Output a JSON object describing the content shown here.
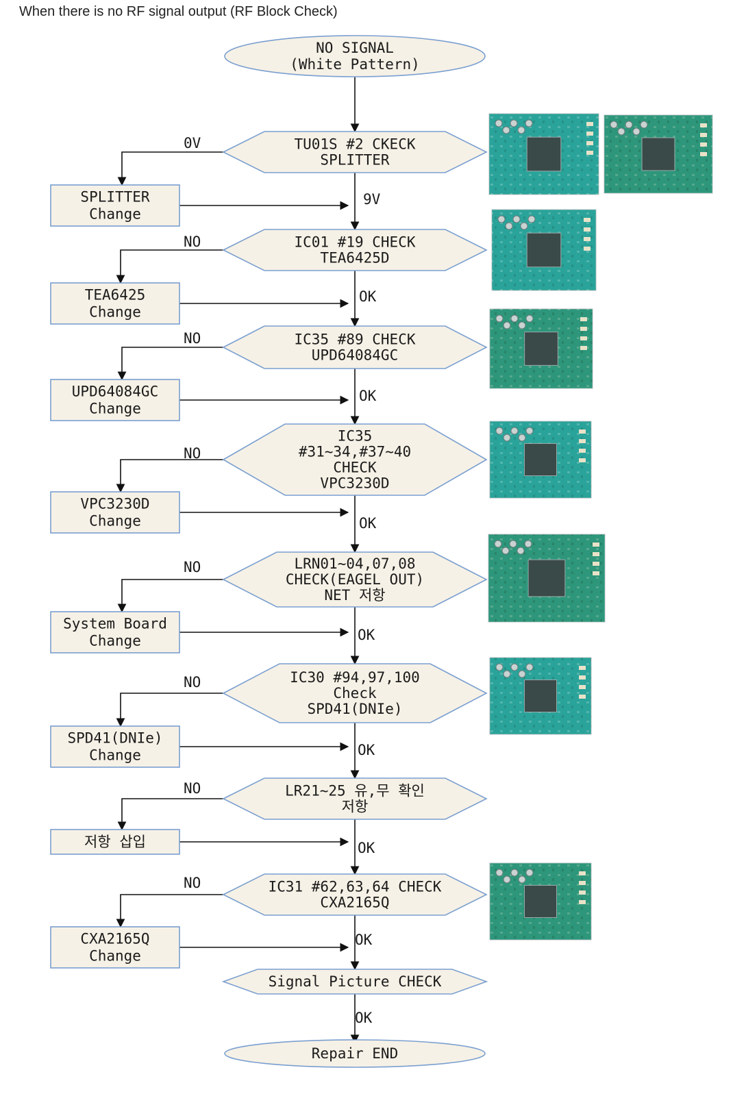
{
  "title": "When there is no RF signal output (RF Block Check)",
  "start": {
    "lines": [
      "NO SIGNAL",
      "(White Pattern)"
    ]
  },
  "checks": [
    {
      "id": "c1",
      "lines": [
        "TU01S #2 CKECK",
        "SPLITTER"
      ],
      "fail_label": "0V",
      "pass_label": "9V",
      "action_lines": [
        "SPLITTER",
        "Change"
      ],
      "photos": [
        "tuner-photo",
        "splitter-board-photo"
      ]
    },
    {
      "id": "c2",
      "lines": [
        "IC01 #19 CHECK",
        "TEA6425D"
      ],
      "fail_label": "NO",
      "pass_label": "OK",
      "action_lines": [
        "TEA6425",
        "Change"
      ],
      "photos": [
        "ic01-board-photo"
      ]
    },
    {
      "id": "c3",
      "lines": [
        "IC35 #89 CHECK",
        "UPD64084GC"
      ],
      "fail_label": "NO",
      "pass_label": "OK",
      "action_lines": [
        "UPD64084GC",
        "Change"
      ],
      "photos": [
        "ic35-board-photo"
      ]
    },
    {
      "id": "c4",
      "lines": [
        "IC35",
        "#31~34,#37~40",
        "CHECK",
        "VPC3230D"
      ],
      "fail_label": "NO",
      "pass_label": "OK",
      "action_lines": [
        "VPC3230D",
        "Change"
      ],
      "photos": [
        "vpc3230d-board-photo"
      ]
    },
    {
      "id": "c5",
      "lines": [
        "LRN01~04,07,08",
        "CHECK(EAGEL OUT)",
        "NET 저항"
      ],
      "fail_label": "NO",
      "pass_label": "OK",
      "action_lines": [
        "System Board",
        "Change"
      ],
      "photos": [
        "eagle-chip-photo"
      ]
    },
    {
      "id": "c6",
      "lines": [
        "IC30 #94,97,100",
        "Check",
        "SPD41(DNIe)"
      ],
      "fail_label": "NO",
      "pass_label": "OK",
      "action_lines": [
        "SPD41(DNIe)",
        "Change"
      ],
      "photos": [
        "dnie-chip-photo"
      ]
    },
    {
      "id": "c7",
      "lines": [
        "LR21~25 유,무 확인",
        "저항"
      ],
      "fail_label": "NO",
      "pass_label": "OK",
      "action_lines": [
        "저항 삽입"
      ],
      "photos": []
    },
    {
      "id": "c8",
      "lines": [
        "IC31 #62,63,64 CHECK",
        "CXA2165Q"
      ],
      "fail_label": "NO",
      "pass_label": "OK",
      "action_lines": [
        "CXA2165Q",
        "Change"
      ],
      "photos": [
        "cxa2165q-board-photo"
      ]
    },
    {
      "id": "c9",
      "lines": [
        "Signal Picture CHECK"
      ],
      "fail_label": "",
      "pass_label": "OK",
      "action_lines": [],
      "photos": []
    }
  ],
  "end": {
    "lines": [
      "Repair END"
    ]
  },
  "colors": {
    "node_fill": "#f6f1e6",
    "node_stroke": "#7a9fd0",
    "line": "#111111",
    "pcb_green": "#2f8f6a",
    "pcb_teal": "#2aa39a"
  }
}
